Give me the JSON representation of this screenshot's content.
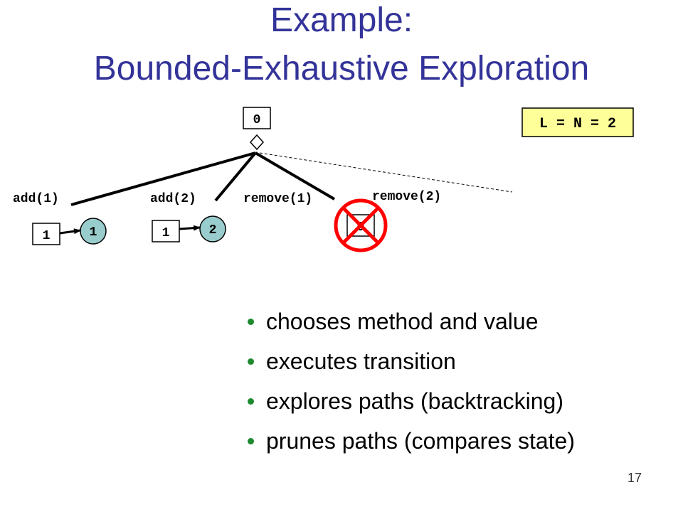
{
  "title": {
    "line1": "Example:",
    "line2": "Bounded-Exhaustive Exploration"
  },
  "param_box": {
    "text": "L = N = 2"
  },
  "tree": {
    "root_state": "0",
    "edges": [
      {
        "label": "add(1)",
        "state_box": "1",
        "state_node": "1",
        "pruned": false
      },
      {
        "label": "add(2)",
        "state_box": "1",
        "state_node": "2",
        "pruned": false
      },
      {
        "label": "remove(1)",
        "state_box": "0",
        "pruned": true
      },
      {
        "label": "remove(2)",
        "pruned": false,
        "unexplored": true
      }
    ]
  },
  "bullets": [
    "chooses method and value",
    "executes transition",
    "explores paths (backtracking)",
    "prunes paths (compares state)"
  ],
  "page_number": "17",
  "colors": {
    "title": "#333399",
    "param_box_fill": "#ffff99",
    "node_fill": "#99cccc",
    "prune_mark": "#ff0000",
    "bullet": "#1e8a2e"
  }
}
